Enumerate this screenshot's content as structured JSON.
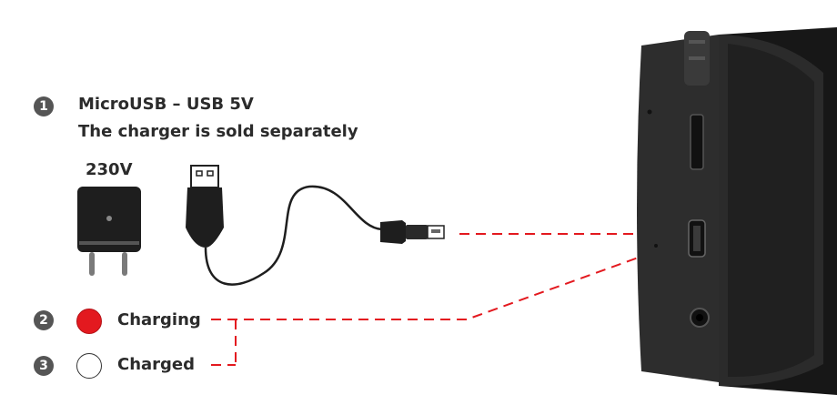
{
  "step1": {
    "number": "1",
    "line1": "MicroUSB – USB 5V",
    "line2": "The charger is sold separately"
  },
  "charger": {
    "voltage": "230V"
  },
  "step2": {
    "number": "2",
    "label": "Charging",
    "led_color": "#e3191f"
  },
  "step3": {
    "number": "3",
    "label": "Charged",
    "led_color": "#ffffff"
  },
  "colors": {
    "dashed_line": "#e3191f",
    "device": "#1c1c1c",
    "badge": "#555555"
  }
}
